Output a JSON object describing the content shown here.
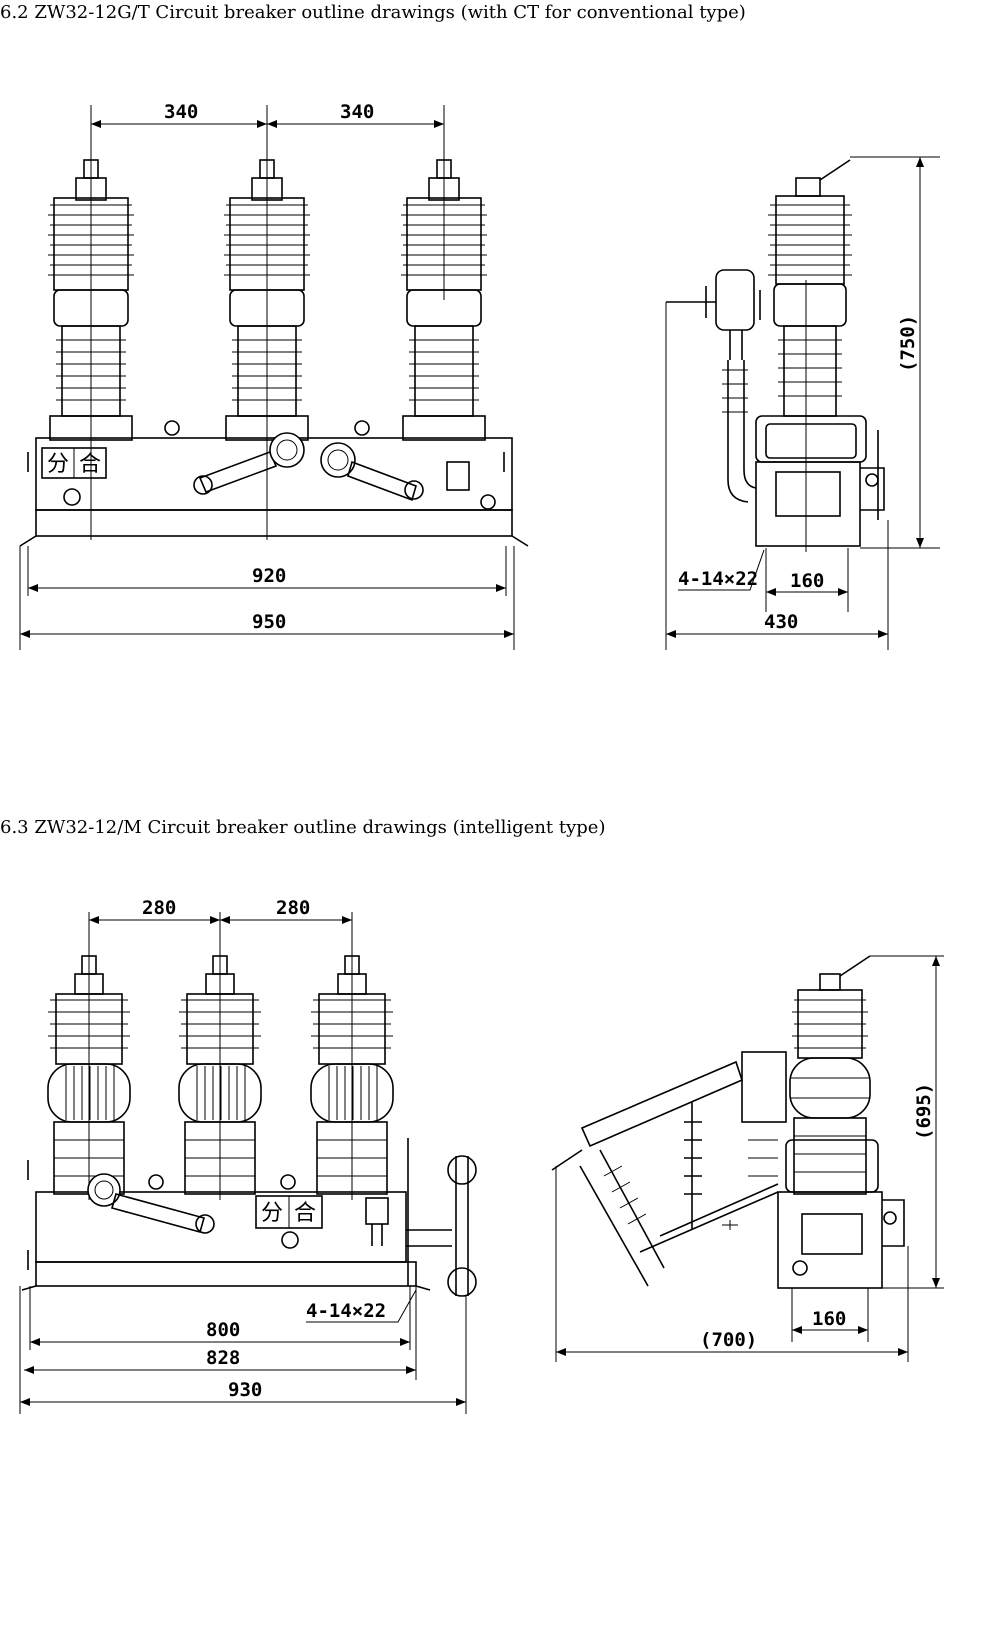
{
  "section_62": {
    "heading": "6.2 ZW32-12G/T Circuit breaker outline drawings (with CT for conventional type)",
    "front_view": {
      "dims": {
        "pole_spacing_1": "340",
        "pole_spacing_2": "340",
        "inner_width": "920",
        "overall_width": "950"
      },
      "label_open": "分",
      "label_close": "合"
    },
    "side_view": {
      "dims": {
        "height": "(750)",
        "holes": "4-14×22",
        "mount_spacing": "160",
        "depth": "430"
      }
    }
  },
  "section_63": {
    "heading": "6.3 ZW32-12/M Circuit breaker outline drawings (intelligent type)",
    "front_view": {
      "dims": {
        "pole_spacing_1": "280",
        "pole_spacing_2": "280",
        "holes": "4-14×22",
        "inner_width": "800",
        "mid_width": "828",
        "overall_width": "930"
      },
      "label_open": "分",
      "label_close": "合"
    },
    "side_view": {
      "dims": {
        "height": "(695)",
        "mount_spacing": "160",
        "depth": "(700)"
      }
    }
  }
}
